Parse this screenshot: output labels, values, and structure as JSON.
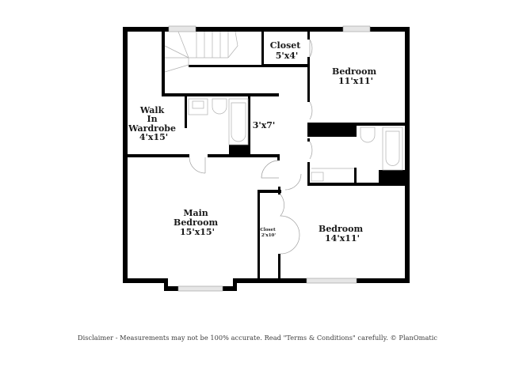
{
  "floorplan": {
    "colors": {
      "wall": "#000000",
      "window": "#e6e6e6",
      "fixture": "#b0b0b0",
      "background": "#ffffff"
    },
    "rooms": [
      {
        "id": "closet-top",
        "lines": [
          "Closet",
          "5'x4'"
        ]
      },
      {
        "id": "bedroom-top-right",
        "lines": [
          "Bedroom",
          "11'x11'"
        ]
      },
      {
        "id": "walk-in-wardrobe",
        "lines": [
          "Walk",
          "In",
          "Wardrobe",
          "4'x15'"
        ]
      },
      {
        "id": "hall-closet",
        "lines": [
          "3'x7'"
        ]
      },
      {
        "id": "main-bedroom",
        "lines": [
          "Main",
          "Bedroom",
          "15'x15'"
        ]
      },
      {
        "id": "small-closet",
        "lines": [
          "Closet",
          "2'x10'"
        ]
      },
      {
        "id": "bedroom-bottom-right",
        "lines": [
          "Bedroom",
          "14'x11'"
        ]
      }
    ]
  },
  "footer": {
    "disclaimer": "Disclaimer - Measurements may not be 100% accurate. Read \"Terms & Conditions\" carefully. © PlanOmatic"
  }
}
